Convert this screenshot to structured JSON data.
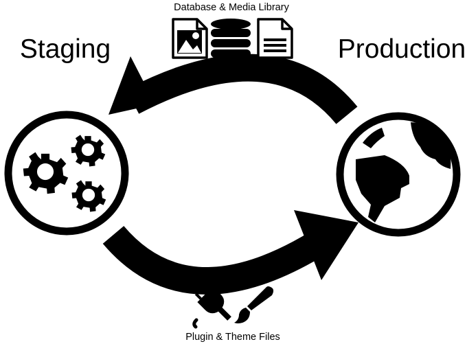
{
  "nodes": {
    "staging": {
      "label": "Staging",
      "icon": "gears-icon"
    },
    "production": {
      "label": "Production",
      "icon": "globe-icon"
    }
  },
  "flows": {
    "to_staging": {
      "label": "Database & Media Library",
      "icons": [
        "image-file-icon",
        "database-icon",
        "document-file-icon"
      ]
    },
    "to_production": {
      "label": "Plugin & Theme Files",
      "icons": [
        "plug-icon",
        "paintbrush-icon"
      ]
    }
  },
  "colors": {
    "ink": "#000000",
    "background": "#ffffff"
  }
}
